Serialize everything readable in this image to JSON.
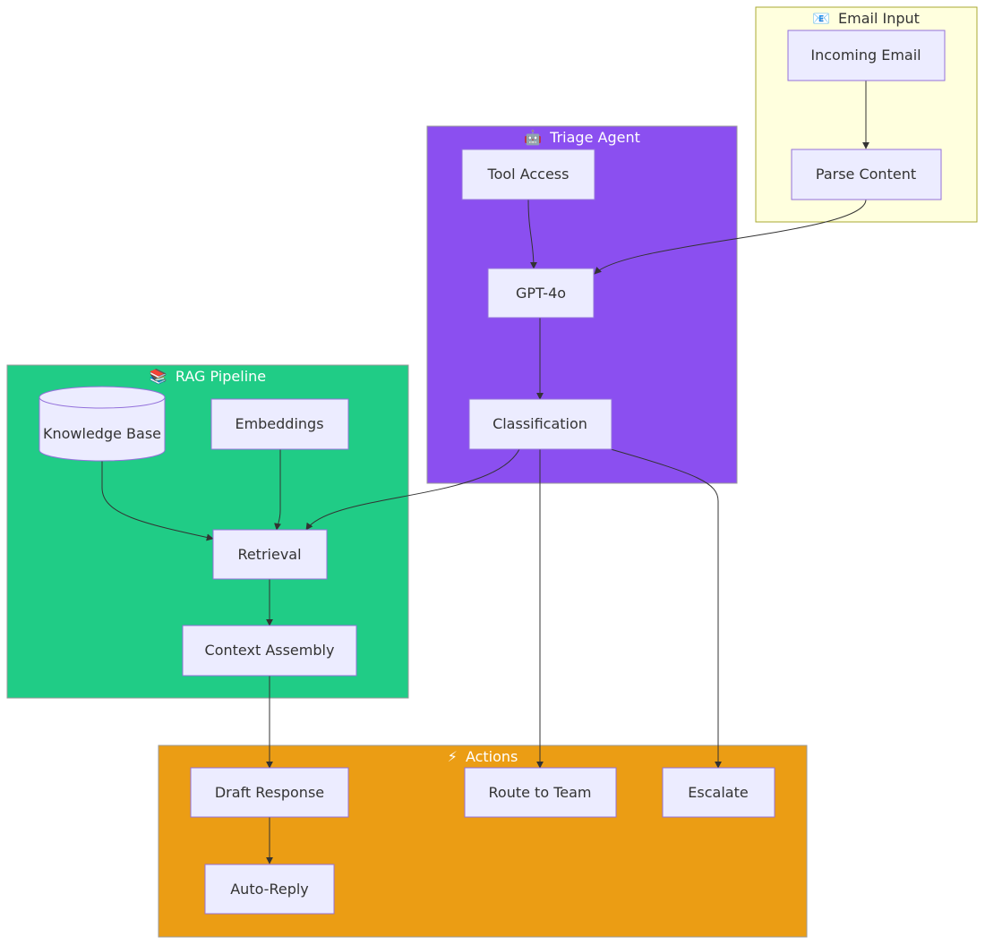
{
  "colors": {
    "email_input_fill": "#ffffde",
    "email_input_stroke": "#aaaa33",
    "triage_fill": "#8b4ff0",
    "rag_fill": "#20cc86",
    "actions_fill": "#eb9d14",
    "node_fill": "#ececff",
    "node_stroke": "#9370db",
    "edge": "#333333"
  },
  "subgraphs": {
    "email_input": {
      "icon": "envelope-icon",
      "icon_glyph": "📧",
      "title": "Email Input"
    },
    "triage_agent": {
      "icon": "robot-icon",
      "icon_glyph": "🤖",
      "title": "Triage Agent"
    },
    "rag_pipeline": {
      "icon": "books-icon",
      "icon_glyph": "📚",
      "title": "RAG Pipeline"
    },
    "actions": {
      "icon": "lightning-icon",
      "icon_glyph": "⚡",
      "title": "Actions"
    }
  },
  "nodes": {
    "incoming_email": "Incoming Email",
    "parse_content": "Parse Content",
    "tool_access": "Tool Access",
    "gpt4o": "GPT-4o",
    "classification": "Classification",
    "knowledge_base": "Knowledge Base",
    "embeddings": "Embeddings",
    "retrieval": "Retrieval",
    "context_assembly": "Context Assembly",
    "draft_response": "Draft Response",
    "route_to_team": "Route to Team",
    "escalate": "Escalate",
    "auto_reply": "Auto-Reply"
  }
}
